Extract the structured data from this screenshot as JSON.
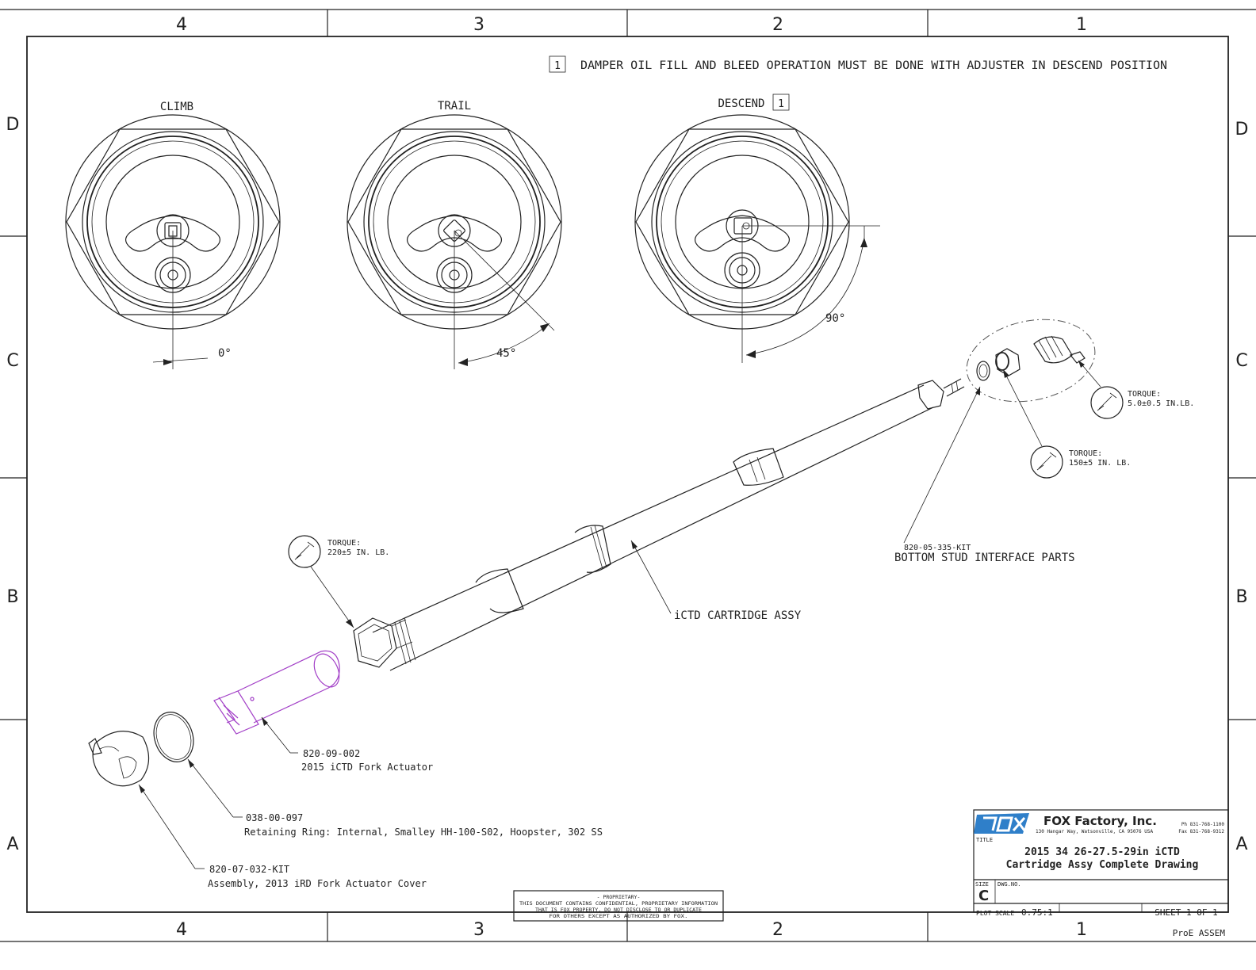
{
  "border": {
    "zones_top": [
      "4",
      "3",
      "2",
      "1"
    ],
    "zones_bottom": [
      "4",
      "3",
      "2",
      "1"
    ],
    "zones_left": [
      "D",
      "C",
      "B",
      "A"
    ],
    "zones_right": [
      "D",
      "C",
      "B",
      "A"
    ]
  },
  "note": {
    "flag": "1",
    "text": "DAMPER OIL FILL AND BLEED OPERATION MUST BE DONE WITH ADJUSTER IN DESCEND POSITION"
  },
  "positions": [
    {
      "label": "CLIMB",
      "angle": "0°"
    },
    {
      "label": "TRAIL",
      "angle": "45°"
    },
    {
      "label": "DESCEND",
      "flag": "1",
      "angle": "90°"
    }
  ],
  "callouts": {
    "torque_220": {
      "line1": "TORQUE:",
      "line2": "220±5 IN. LB."
    },
    "torque_150": {
      "line1": "TORQUE:",
      "line2": "150±5 IN. LB."
    },
    "torque_5": {
      "line1": "TORQUE:",
      "line2": "5.0±0.5 IN.LB."
    },
    "cartridge": "iCTD CARTRIDGE ASSY",
    "bottom_stud": {
      "part": "820-05-335-KIT",
      "desc": "BOTTOM STUD INTERFACE PARTS"
    },
    "actuator": {
      "part": "820-09-002",
      "desc": "2015 iCTD Fork Actuator"
    },
    "ring": {
      "part": "038-00-097",
      "desc": "Retaining Ring: Internal, Smalley HH-100-S02, Hoopster, 302 SS"
    },
    "cover": {
      "part": "820-07-032-KIT",
      "desc": "Assembly, 2013 iRD Fork Actuator Cover"
    }
  },
  "proprietary": {
    "line1": "- PROPRIETARY-",
    "line2": "THIS DOCUMENT CONTAINS CONFIDENTIAL, PROPRIETARY INFORMATION",
    "line3": "THAT IS FOX PROPERTY.  DO NOT DISCLOSE TO OR DUPLICATE",
    "line4": "FOR OTHERS EXCEPT AS AUTHORIZED BY FOX."
  },
  "title_block": {
    "company": "FOX Factory, Inc.",
    "address": "130 Hangar Way, Watsonville, CA 95076 USA",
    "phone": "Ph 831-768-1100",
    "fax": "Fax 831-768-9312",
    "title_label": "TITLE",
    "title_line1": "2015 34 26-27.5-29in iCTD",
    "title_line2": "Cartridge Assy Complete Drawing",
    "size_label": "SIZE",
    "size": "C",
    "dwg_no_label": "DWG.NO.",
    "plot_scale_label": "PLOT SCALE",
    "plot_scale": "0.75:1",
    "sheet": "SHEET 1 OF 1",
    "software": "ProE ASSEM"
  }
}
